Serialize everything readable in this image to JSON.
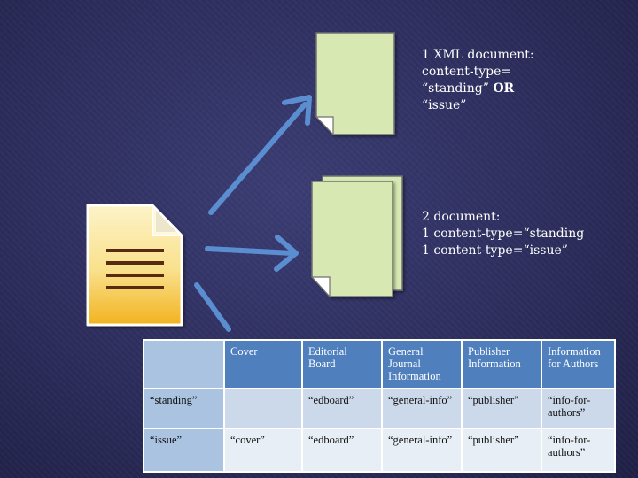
{
  "diagram": {
    "single_doc_label": [
      "1 XML document:",
      "content-type=",
      "“standing” ",
      "OR",
      "“issue”"
    ],
    "two_doc_label": [
      "2 document:",
      "1 content-type=“standing",
      "1 content-type=“issue”"
    ]
  },
  "table": {
    "columns": [
      "",
      "Cover",
      "Editorial Board",
      "General Journal Information",
      "Publisher Information",
      "Information for Authors"
    ],
    "rows": [
      {
        "label": "“standing”",
        "cells": [
          "",
          "“edboard”",
          "“general-info”",
          "“publisher”",
          "“info-for-authors”"
        ]
      },
      {
        "label": "“issue”",
        "cells": [
          "“cover”",
          "“edboard”",
          "“general-info”",
          "“publisher”",
          "“info-for-authors”"
        ]
      }
    ]
  },
  "colors": {
    "page_fill": "#d7e8b2",
    "arrow": "#5b8ed0",
    "source_doc": "#f7d87a",
    "table_header": "#4f80bd",
    "table_row1": "#ccd9ea",
    "table_row2": "#e8eef6"
  }
}
